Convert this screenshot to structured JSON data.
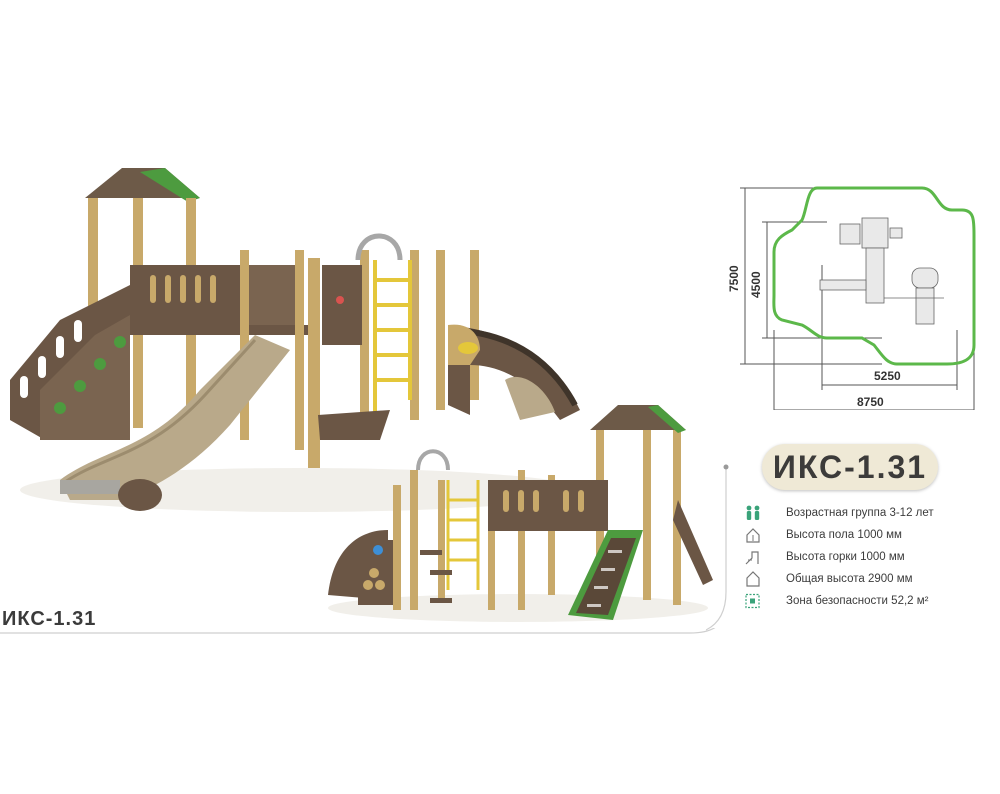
{
  "product": {
    "code": "ИКС-1.31",
    "code_bottom": "ИКС-1.31"
  },
  "plan": {
    "dim_height_outer": "7500",
    "dim_height_inner": "4500",
    "dim_width_inner": "5250",
    "dim_width_outer": "8750",
    "zone_color": "#5cb84a"
  },
  "specs": [
    {
      "icon": "children-icon",
      "text": "Возрастная группа 3-12 лет"
    },
    {
      "icon": "floor-height-icon",
      "text": "Высота пола 1000 мм"
    },
    {
      "icon": "slide-height-icon",
      "text": "Высота горки 1000 мм"
    },
    {
      "icon": "house-height-icon",
      "text": "Общая высота  2900 мм"
    },
    {
      "icon": "safety-zone-icon",
      "text": "Зона безопасности 52,2 м²"
    }
  ],
  "colors": {
    "wood": "#c8a96a",
    "panel_brown": "#6b5645",
    "slide_beige": "#b9a98a",
    "accent_green": "#4d9b3f",
    "ladder_yellow": "#e4c73a"
  }
}
